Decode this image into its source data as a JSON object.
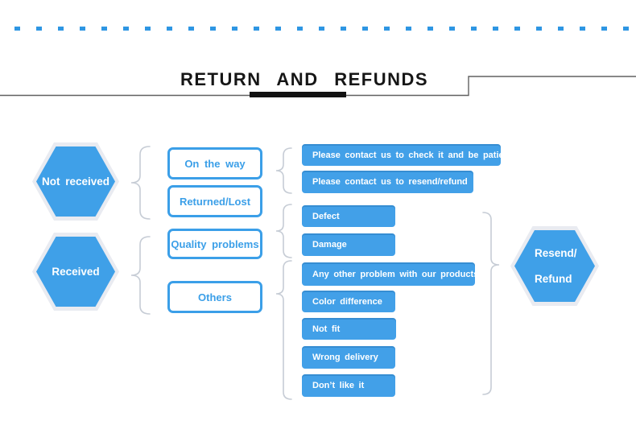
{
  "page": {
    "title": "RETURN AND REFUNDS"
  },
  "colors": {
    "accent_blue": "#3fa0e8",
    "outline_blue": "#3b9fe8",
    "dotted_line_blue": "#2e96e3",
    "brace_gray": "#c6ccd5",
    "rule_gray": "#606060",
    "title_underline_black": "#121212"
  },
  "left_hexagons": [
    {
      "label": "Not received"
    },
    {
      "label": "Received"
    }
  ],
  "middle_boxes": [
    {
      "label": "On the way"
    },
    {
      "label": "Returned/Lost"
    },
    {
      "label": "Quality problems"
    },
    {
      "label": "Others"
    }
  ],
  "right_boxes": [
    {
      "label": "Please contact us to check it and be patient"
    },
    {
      "label": "Please contact us to resend/refund"
    },
    {
      "label": "Defect"
    },
    {
      "label": "Damage"
    },
    {
      "label": "Any other problem with our products"
    },
    {
      "label": "Color difference"
    },
    {
      "label": "Not fit"
    },
    {
      "label": "Wrong delivery"
    },
    {
      "label": "Don’t like it"
    }
  ],
  "result_hexagon": {
    "line1": "Resend/",
    "line2": "Refund"
  }
}
